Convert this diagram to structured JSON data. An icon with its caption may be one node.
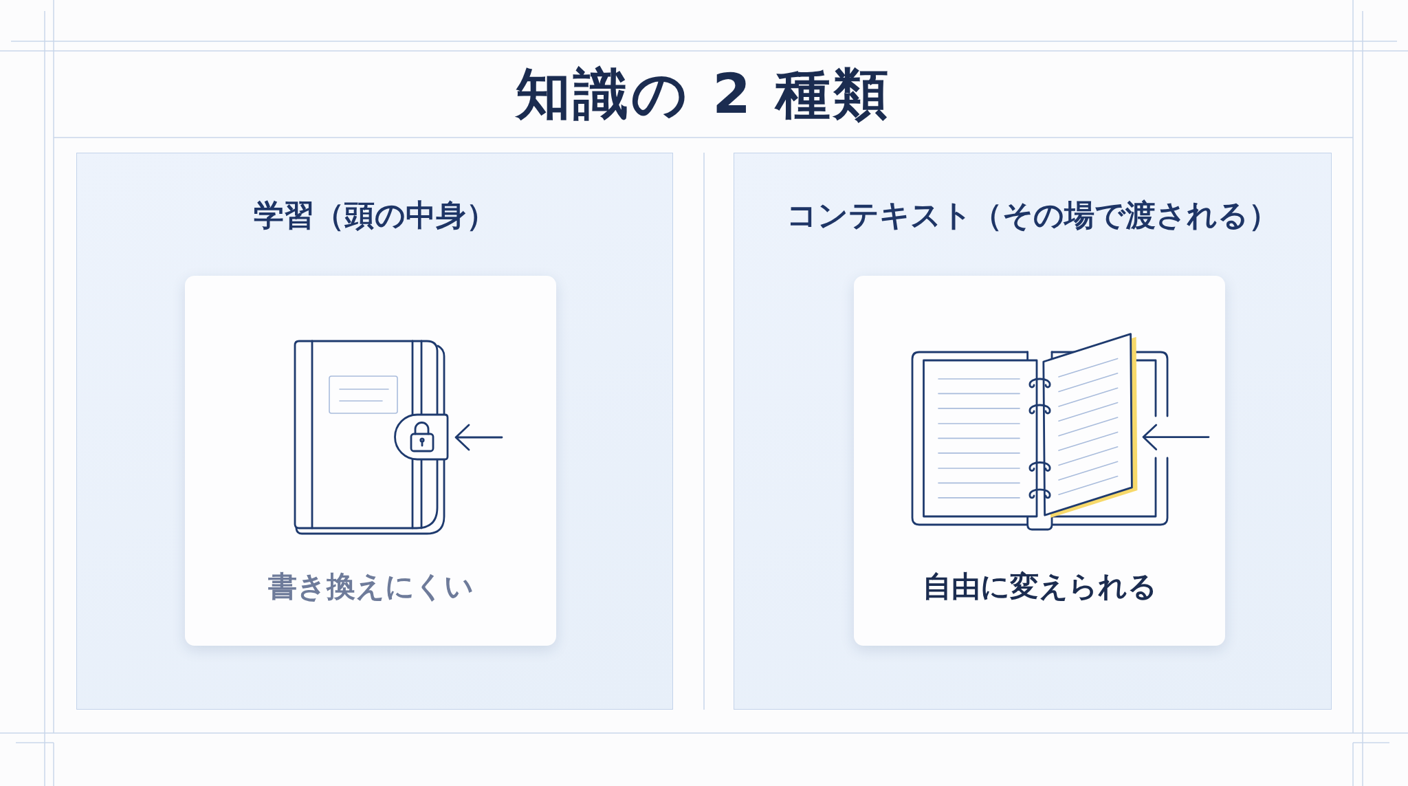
{
  "diagram": {
    "title": "知識の 2 種類",
    "nodes": [
      {
        "text": [
          "学習（頭の中身）"
        ]
      },
      {
        "text": [
          "書き換えにくい"
        ],
        "in": 0
      },
      {
        "text": [
          "コンテキスト（その場で渡される）"
        ]
      },
      {
        "text": [
          "自由に変えられる"
        ],
        "in": 2
      }
    ]
  }
}
